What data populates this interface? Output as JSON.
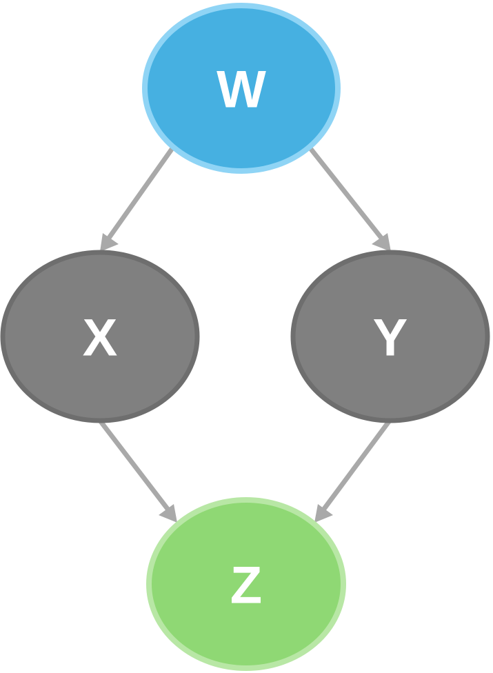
{
  "diagram": {
    "nodes": [
      {
        "id": "w",
        "label": "W",
        "fill": "#46b0e1",
        "stroke": "#8fd4f5"
      },
      {
        "id": "x",
        "label": "X",
        "fill": "#808080",
        "stroke": "#6e6e6e"
      },
      {
        "id": "y",
        "label": "Y",
        "fill": "#808080",
        "stroke": "#6e6e6e"
      },
      {
        "id": "z",
        "label": "Z",
        "fill": "#8fd874",
        "stroke": "#b8e7a5"
      }
    ],
    "edges": [
      {
        "from": "W",
        "to": "X"
      },
      {
        "from": "W",
        "to": "Y"
      },
      {
        "from": "X",
        "to": "Z"
      },
      {
        "from": "Y",
        "to": "Z"
      }
    ],
    "edge_color": "#a9a9a9"
  }
}
